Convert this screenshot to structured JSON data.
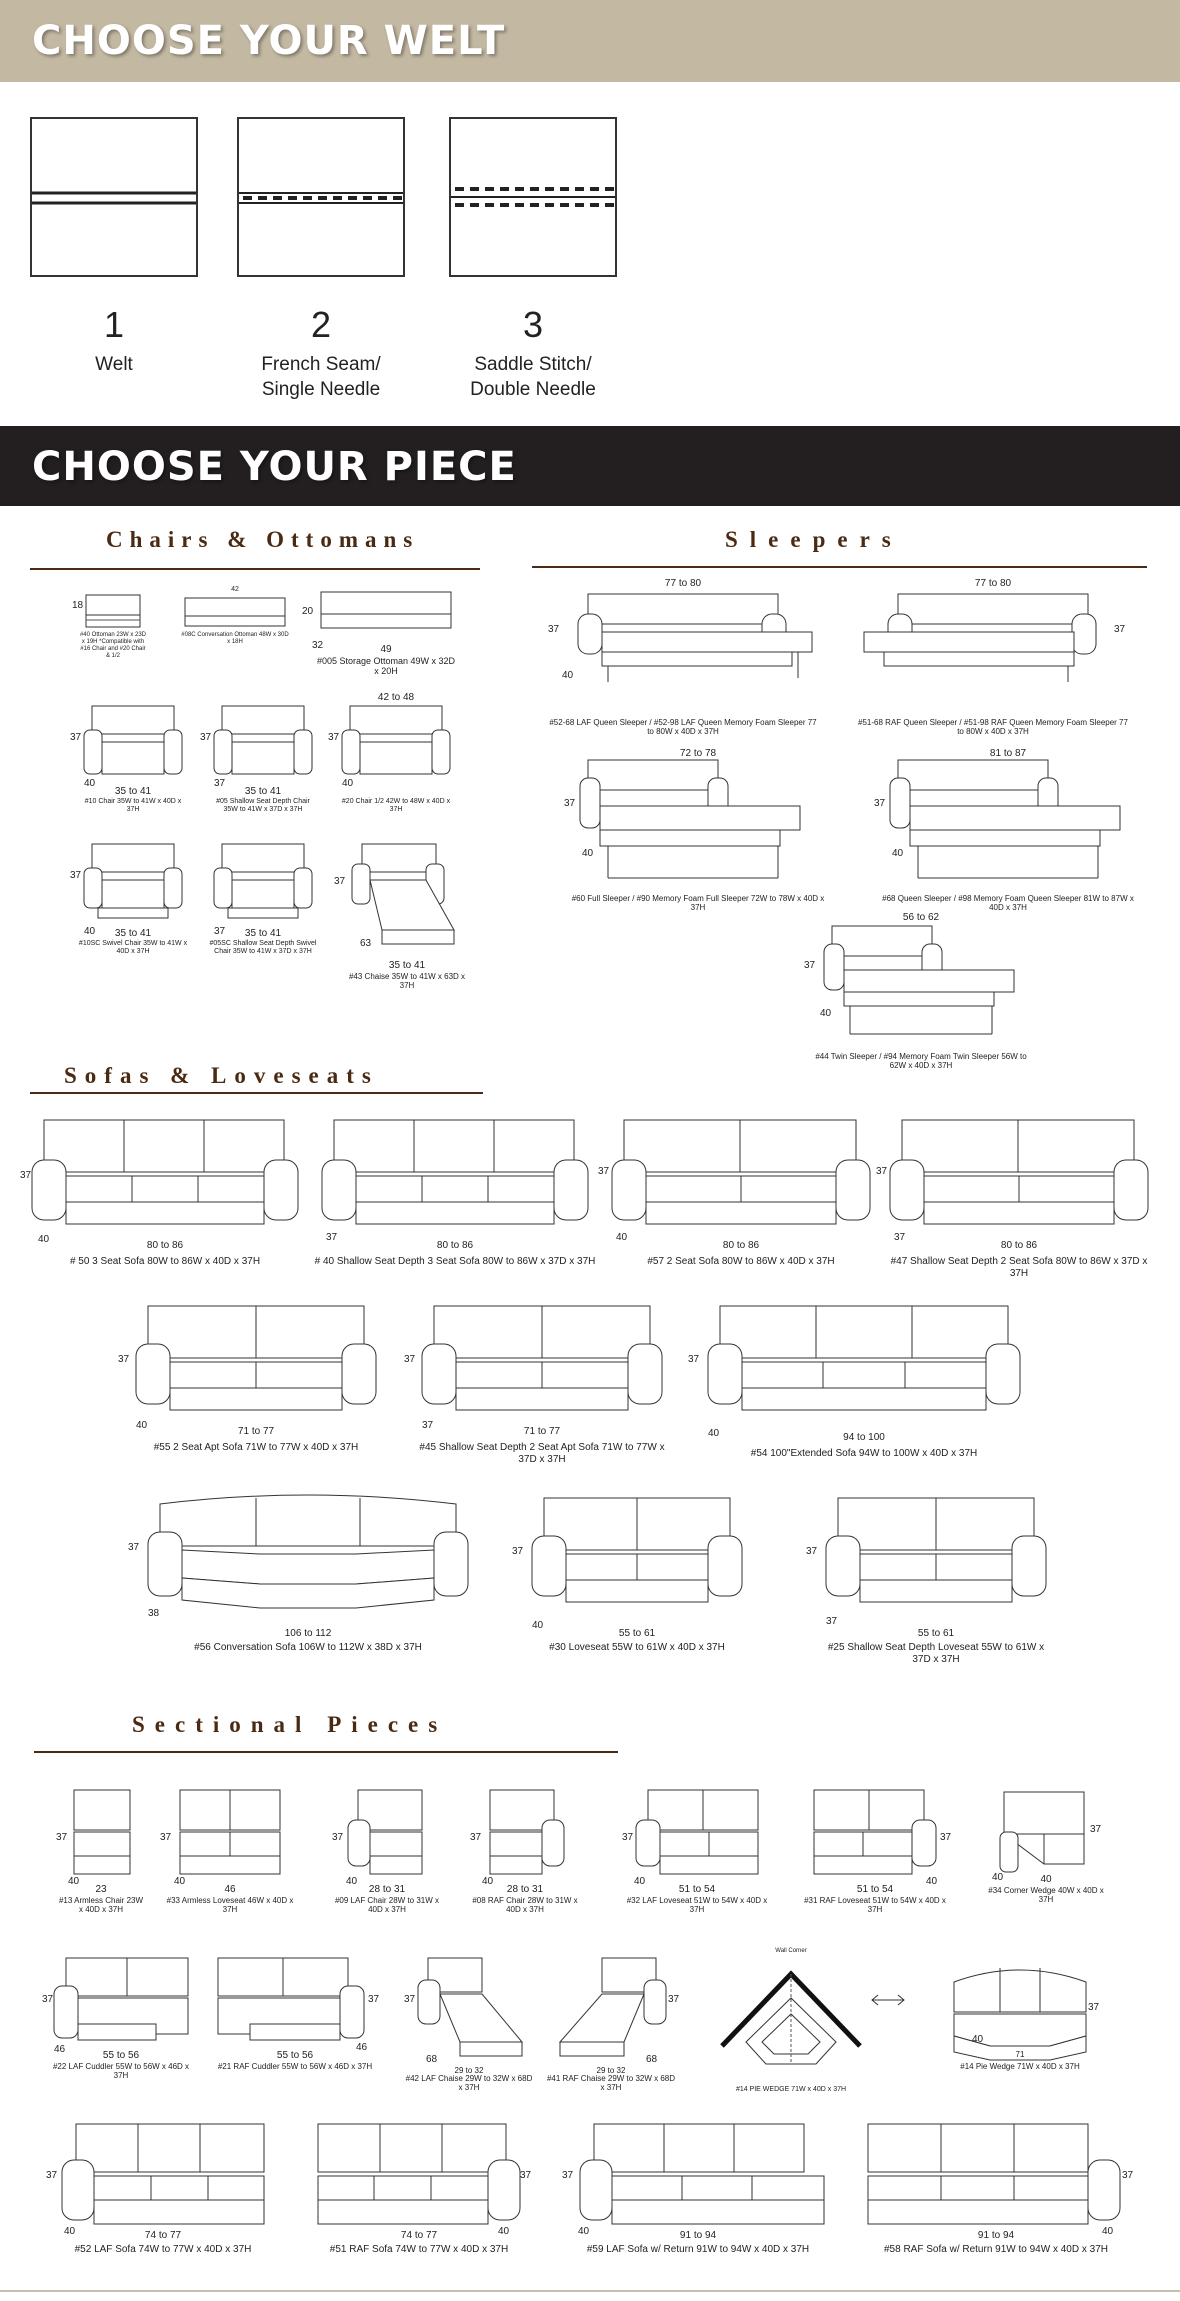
{
  "welt": {
    "title": "CHOOSE YOUR WELT",
    "options": [
      {
        "number": "1",
        "label": "Welt"
      },
      {
        "number": "2",
        "label": "French Seam/ Single Needle"
      },
      {
        "number": "3",
        "label": "Saddle Stitch/ Double Needle"
      }
    ]
  },
  "piece": {
    "title": "CHOOSE YOUR PIECE"
  },
  "chairs": {
    "title": "Chairs & Ottomans",
    "items": [
      {
        "kind": "ottoman",
        "w": "",
        "h": "18",
        "d": "",
        "caption": "#40 Ottoman 23W x 23D x 19H *Compatible with #16 Chair and #20 Chair & 1/2"
      },
      {
        "kind": "ottoman",
        "w": "42",
        "h": "",
        "d": "",
        "caption": "#08C Conversation Ottoman 48W x 30D x 18H"
      },
      {
        "kind": "ottoman",
        "w": "49",
        "h": "20",
        "d": "32",
        "caption": "#005 Storage Ottoman 49W x 32D x 20H"
      },
      {
        "kind": "chair",
        "w": "35 to 41",
        "h": "37",
        "d": "40",
        "caption": "#10 Chair 35W to 41W x 40D x 37H"
      },
      {
        "kind": "chair",
        "w": "35 to 41",
        "h": "37",
        "d": "37",
        "caption": "#05 Shallow Seat Depth Chair 35W to 41W x 37D x 37H"
      },
      {
        "kind": "chair",
        "w": "42 to 48",
        "h": "37",
        "d": "40",
        "caption": "#20 Chair 1/2 42W to 48W x 40D x 37H"
      },
      {
        "kind": "chair",
        "w": "35 to 41",
        "h": "37",
        "d": "40",
        "caption": "#10SC Swivel Chair 35W to 41W x 40D x 37H"
      },
      {
        "kind": "chair",
        "w": "35 to 41",
        "h": "",
        "d": "37",
        "caption": "#05SC Shallow Seat Depth Swivel Chair 35W to 41W x 37D x 37H"
      },
      {
        "kind": "chaise",
        "w": "35 to 41",
        "h": "37",
        "d": "63",
        "caption": "#43 Chaise 35W to 41W x 63D x 37H"
      }
    ]
  },
  "sleepers": {
    "title": "Sleepers",
    "items": [
      {
        "w": "77 to 80",
        "h": "37",
        "d": "40",
        "caption": "#52-68 LAF Queen Sleeper / #52-98 LAF Queen Memory Foam Sleeper 77 to 80W x 40D x 37H"
      },
      {
        "w": "77 to 80",
        "h": "37",
        "d": "",
        "caption": "#51-68 RAF Queen Sleeper / #51-98 RAF Queen Memory Foam Sleeper 77 to 80W x 40D x 37H"
      },
      {
        "w": "72 to 78",
        "h": "37",
        "d": "40",
        "caption": "#60 Full Sleeper / #90 Memory Foam Full Sleeper 72W to 78W x 40D x 37H"
      },
      {
        "w": "81 to 87",
        "h": "37",
        "d": "40",
        "caption": "#68 Queen Sleeper / #98 Memory Foam Queen Sleeper 81W to 87W x 40D x 37H"
      },
      {
        "w": "56 to 62",
        "h": "37",
        "d": "40",
        "caption": "#44 Twin Sleeper / #94 Memory Foam Twin Sleeper 56W to 62W x 40D x 37H"
      }
    ]
  },
  "sofas": {
    "title": "Sofas & Loveseats",
    "items": [
      {
        "w": "80 to 86",
        "h": "37",
        "d": "40",
        "caption": "# 50 3 Seat Sofa 80W to 86W x 40D x 37H"
      },
      {
        "w": "80 to 86",
        "h": "",
        "d": "37",
        "caption": "# 40 Shallow Seat Depth 3 Seat Sofa 80W to 86W x 37D x 37H"
      },
      {
        "w": "80 to 86",
        "h": "37",
        "d": "40",
        "caption": "#57 2 Seat Sofa 80W to 86W x 40D x 37H"
      },
      {
        "w": "80 to 86",
        "h": "37",
        "d": "37",
        "caption": "#47 Shallow Seat Depth 2 Seat Sofa 80W to 86W x 37D x 37H"
      },
      {
        "w": "71 to 77",
        "h": "37",
        "d": "40",
        "caption": "#55 2 Seat Apt Sofa 71W to 77W x 40D x 37H"
      },
      {
        "w": "71 to 77",
        "h": "37",
        "d": "37",
        "caption": "#45 Shallow Seat Depth 2 Seat Apt Sofa 71W to 77W x 37D x 37H"
      },
      {
        "w": "94 to 100",
        "h": "37",
        "d": "40",
        "caption": "#54 100\"Extended Sofa 94W to 100W x 40D x 37H"
      },
      {
        "w": "106 to 112",
        "h": "37",
        "d": "38",
        "caption": "#56 Conversation Sofa 106W to 112W x 38D x 37H"
      },
      {
        "w": "55 to 61",
        "h": "37",
        "d": "40",
        "caption": "#30 Loveseat 55W to 61W x 40D x 37H"
      },
      {
        "w": "55 to 61",
        "h": "37",
        "d": "37",
        "caption": "#25 Shallow Seat Depth Loveseat 55W to 61W x 37D x 37H"
      }
    ]
  },
  "sectionals": {
    "title": "Sectional Pieces",
    "corner_label": "Wall Corner",
    "row1": [
      {
        "w": "23",
        "h": "37",
        "d": "40",
        "caption": "#13 Armless Chair 23W x 40D x 37H"
      },
      {
        "w": "46",
        "h": "37",
        "d": "40",
        "caption": "#33 Armless Loveseat 46W x 40D x 37H"
      },
      {
        "w": "28 to 31",
        "h": "37",
        "d": "40",
        "caption": "#09 LAF Chair 28W to 31W x 40D x 37H"
      },
      {
        "w": "28 to 31",
        "h": "37",
        "d": "40",
        "caption": "#08 RAF Chair 28W to 31W x 40D x 37H"
      },
      {
        "w": "51 to 54",
        "h": "37",
        "d": "40",
        "caption": "#32 LAF Loveseat 51W to 54W x 40D x 37H"
      },
      {
        "w": "51 to 54",
        "h": "37",
        "d": "40",
        "caption": "#31 RAF Loveseat 51W to 54W x 40D x 37H"
      },
      {
        "w": "40",
        "h": "37",
        "d": "40",
        "caption": "#34 Corner Wedge 40W x 40D x 37H"
      }
    ],
    "row2": [
      {
        "w": "55 to 56",
        "h": "37",
        "d": "46",
        "caption": "#22 LAF Cuddler 55W to 56W x 46D x 37H"
      },
      {
        "w": "55 to 56",
        "h": "37",
        "d": "46",
        "caption": "#21 RAF Cuddler 55W to 56W x 46D x 37H"
      },
      {
        "w": "29 to 32",
        "h": "37",
        "d": "68",
        "caption": "#42 LAF Chaise 29W to 32W x 68D x 37H"
      },
      {
        "w": "29 to 32",
        "h": "37",
        "d": "68",
        "caption": "#41 RAF Chaise 29W to 32W x 68D x 37H"
      },
      {
        "w": "",
        "h": "",
        "d": "",
        "caption": "#14 PIE WEDGE 71W x 40D x 37H"
      },
      {
        "w": "71",
        "h": "37",
        "d": "40",
        "caption": "#14 Pie Wedge 71W x 40D x 37H"
      }
    ],
    "row3": [
      {
        "w": "74 to 77",
        "h": "37",
        "d": "40",
        "caption": "#52 LAF Sofa 74W to 77W x 40D x 37H"
      },
      {
        "w": "74 to 77",
        "h": "37",
        "d": "40",
        "caption": "#51 RAF Sofa 74W to 77W x 40D x 37H"
      },
      {
        "w": "91 to 94",
        "h": "37",
        "d": "40",
        "caption": "#59 LAF Sofa w/ Return 91W to 94W x 40D x 37H"
      },
      {
        "w": "91 to 94",
        "h": "37",
        "d": "40",
        "caption": "#58 RAF Sofa w/ Return 91W to 94W x 40D x 37H"
      }
    ]
  }
}
